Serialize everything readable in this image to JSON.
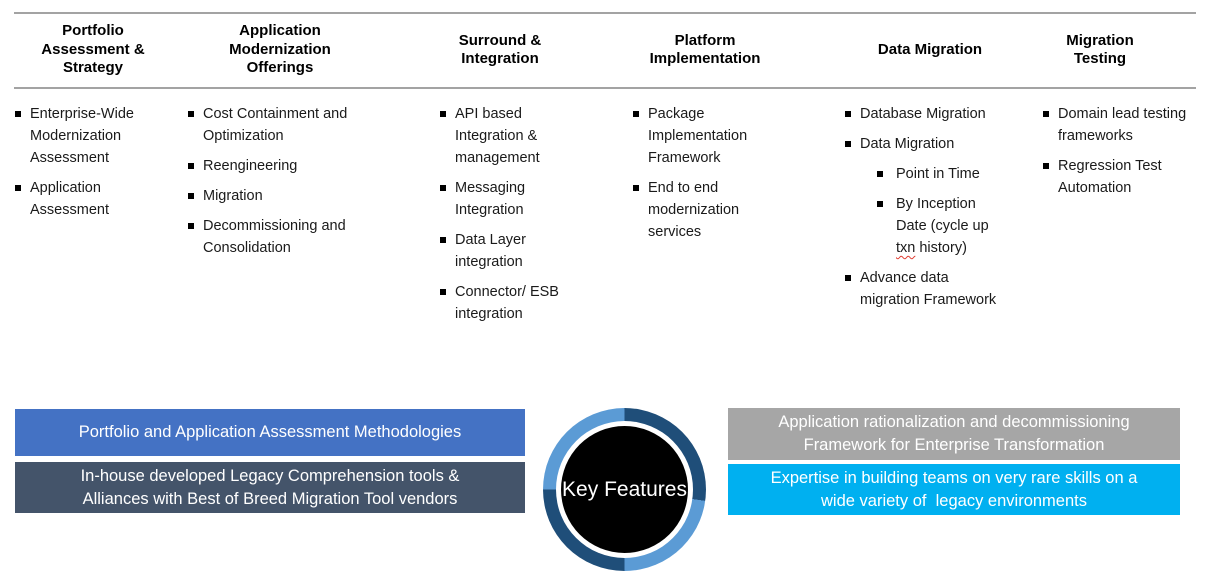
{
  "columns": [
    {
      "header": "Portfolio\nAssessment &\nStrategy",
      "items": [
        {
          "text": "Enterprise-Wide\nModernization\nAssessment"
        },
        {
          "text": "Application\nAssessment"
        }
      ]
    },
    {
      "header": "Application\nModernization\nOfferings",
      "items": [
        {
          "text": "Cost Containment and\nOptimization"
        },
        {
          "text": "Reengineering"
        },
        {
          "text": "Migration"
        },
        {
          "text": "Decommissioning and\nConsolidation"
        }
      ]
    },
    {
      "header": "Surround &\nIntegration",
      "items": [
        {
          "text": "API based\nIntegration &\nmanagement"
        },
        {
          "text": "Messaging\nIntegration"
        },
        {
          "text": "Data Layer\nintegration"
        },
        {
          "text": "Connector/ ESB\nintegration"
        }
      ]
    },
    {
      "header": "Platform\nImplementation",
      "items": [
        {
          "text": "Package\nImplementation\nFramework"
        },
        {
          "text": "End to end\nmodernization\nservices"
        }
      ]
    },
    {
      "header": "Data Migration",
      "items": [
        {
          "text": "Database Migration"
        },
        {
          "text": "Data Migration"
        },
        {
          "text": "Point in Time",
          "sub": true
        },
        {
          "text": "By Inception\nDate (cycle up\n",
          "misspelled": "txn",
          "after": " history)",
          "sub": true
        },
        {
          "text": "Advance data\nmigration Framework"
        }
      ]
    },
    {
      "header": "Migration\nTesting",
      "items": [
        {
          "text": "Domain lead testing\nframeworks"
        },
        {
          "text": "Regression Test\nAutomation"
        }
      ]
    }
  ],
  "key_features": {
    "label": "Key Features",
    "ring_light_color": "#5B9BD5",
    "ring_dark_color": "#1F4E79",
    "circle_fill_color": "#000000"
  },
  "feature_bars": {
    "left": [
      {
        "text": "Portfolio and Application Assessment Methodologies",
        "color": "#4472C4"
      },
      {
        "text": "In-house developed Legacy Comprehension tools &\nAlliances with Best of Breed Migration Tool vendors",
        "color": "#44546A"
      }
    ],
    "right": [
      {
        "text": "Application rationalization and decommissioning\nFramework for Enterprise Transformation",
        "color": "#A6A6A6"
      },
      {
        "text": "Expertise in building teams on very rare skills on a\nwide variety of  legacy environments",
        "color": "#00B0F0"
      }
    ]
  },
  "icons": {
    "bullet": "small-black-square",
    "sub_bullet": "small-black-square"
  }
}
